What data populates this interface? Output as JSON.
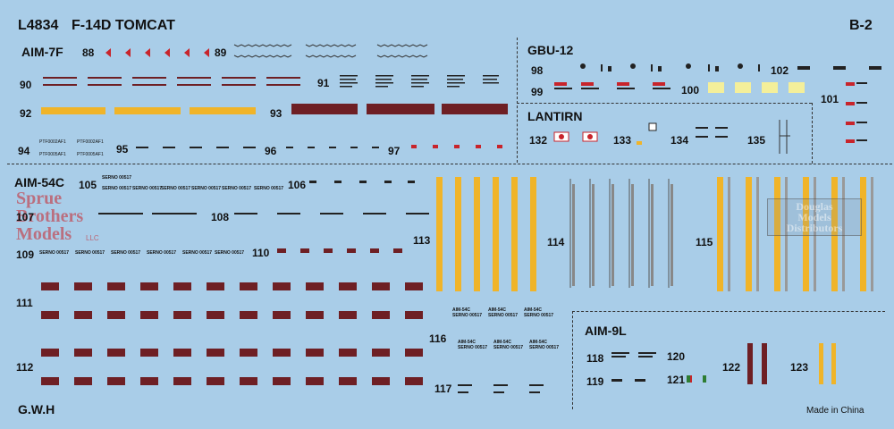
{
  "sheet": {
    "code": "L4834",
    "model": "F-14D TOMCAT",
    "sheet_id": "B-2",
    "footer_brand": "G.W.H",
    "footer_origin": "Made in China"
  },
  "sections": {
    "aim7f": "AIM-7F",
    "gbu12": "GBU-12",
    "lantirn": "LANTIRN",
    "aim54c": "AIM-54C",
    "aim9l": "AIM-9L"
  },
  "numbers": {
    "n88": "88",
    "n89": "89",
    "n90": "90",
    "n91": "91",
    "n92": "92",
    "n93": "93",
    "n94": "94",
    "n95": "95",
    "n96": "96",
    "n97": "97",
    "n98": "98",
    "n99": "99",
    "n100": "100",
    "n101": "101",
    "n102": "102",
    "n105": "105",
    "n106": "106",
    "n107": "107",
    "n108": "108",
    "n109": "109",
    "n110": "110",
    "n111": "111",
    "n112": "112",
    "n113": "113",
    "n114": "114",
    "n115": "115",
    "n116": "116",
    "n117": "117",
    "n118": "118",
    "n119": "119",
    "n120": "120",
    "n121": "121",
    "n122": "122",
    "n123": "123",
    "n132": "132",
    "n133": "133",
    "n134": "134",
    "n135": "135"
  },
  "stencils": {
    "serno": "SERNO 00517",
    "aim54c_small": "AIM-54C",
    "ptf": "PTF0002AF1",
    "ptf_alt": "PTF0005AF1"
  },
  "watermarks": {
    "sprue_1": "Sprue",
    "sprue_2": "Brothers",
    "sprue_3": "Models",
    "sprue_4": "LLC",
    "douglas_1": "Douglas",
    "douglas_2": "Models",
    "douglas_3": "Distributors"
  },
  "colors": {
    "background": "#a9cde8",
    "maroon": "#6e1f24",
    "yellow": "#f0b429",
    "red": "#c8242b",
    "black": "#111111",
    "pale_yellow": "#f4ef9a"
  }
}
